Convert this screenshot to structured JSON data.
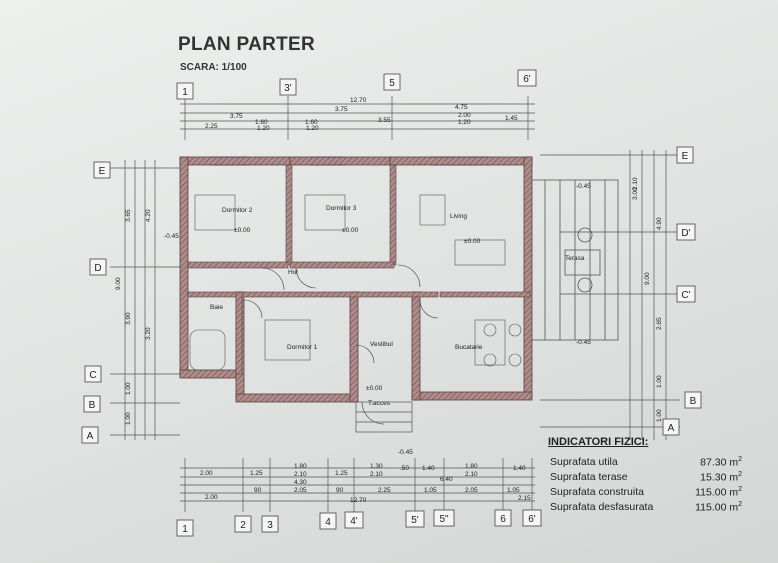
{
  "header": {
    "title": "PLAN PARTER",
    "scale": "SCARA: 1/100"
  },
  "grid": {
    "top": [
      "1",
      "3'",
      "5",
      "6'"
    ],
    "bottom": [
      "1",
      "2",
      "3",
      "4",
      "4'",
      "5'",
      "5\"",
      "6",
      "6'"
    ],
    "left": [
      "E",
      "D",
      "C",
      "B",
      "A"
    ],
    "right": [
      "E",
      "D'",
      "C'",
      "B",
      "A"
    ]
  },
  "dimensions": {
    "top_total": "12.70",
    "top_row2": [
      "3.75",
      "3.75",
      "4.75"
    ],
    "top_row3": [
      "1.60",
      "1.60",
      "2.00"
    ],
    "top_row4": [
      "2.25",
      "1.20",
      "1.20",
      "3.55",
      "1.20",
      "1.45"
    ],
    "bottom_row1": [
      "2.00",
      "1.25",
      "1.80",
      "1.25",
      "1.30",
      ".50",
      "1.40",
      "1.80",
      "1.40"
    ],
    "bottom_row2": [
      "2.10",
      "2.10",
      "2.10"
    ],
    "bottom_row3": [
      "4.30",
      "6.40"
    ],
    "bottom_row4": [
      "2.00",
      "90",
      "2.05",
      "90",
      "2.25",
      "1.05",
      "2.05",
      "1.05",
      "2.15"
    ],
    "bottom_total": "12.70",
    "left_side": [
      "3.65",
      "4.20",
      "9.00",
      "3.90",
      "3.20",
      "1.00",
      "1.00"
    ],
    "right_side": [
      "2.10",
      "3.00",
      "4.90",
      "9.00",
      "2.65",
      "1.00",
      "1.00"
    ]
  },
  "rooms": [
    {
      "name": "Dormitor 2",
      "area": "±0.00"
    },
    {
      "name": "Dormitor 3",
      "area": "±0.00"
    },
    {
      "name": "Living",
      "area": "±0.00"
    },
    {
      "name": "Hol",
      "area": ""
    },
    {
      "name": "Baie",
      "area": ""
    },
    {
      "name": "Dormitor 1",
      "area": ""
    },
    {
      "name": "Vestibul",
      "area": "±0.00"
    },
    {
      "name": "Bucatarie",
      "area": ""
    },
    {
      "name": "Terasa",
      "area": "-0.45"
    },
    {
      "name": "T.acces",
      "area": ""
    }
  ],
  "levels": [
    "-0.45",
    "-0.45",
    "-0.45",
    "-0.45"
  ],
  "indicators": {
    "heading": "INDICATORI FIZICI:",
    "rows": [
      {
        "label": "Suprafata utila",
        "value": "87.30 m",
        "unit_sup": "2"
      },
      {
        "label": "Suprafata terase",
        "value": "15.30 m",
        "unit_sup": "2"
      },
      {
        "label": "Suprafata construita",
        "value": "115.00 m",
        "unit_sup": "2"
      },
      {
        "label": "Suprafata desfasurata",
        "value": "115.00 m",
        "unit_sup": "2"
      }
    ]
  },
  "colors": {
    "wall": "#7a5a5a",
    "wall_fill": "#a98585",
    "accent": "#c0474d",
    "line": "#444444"
  }
}
